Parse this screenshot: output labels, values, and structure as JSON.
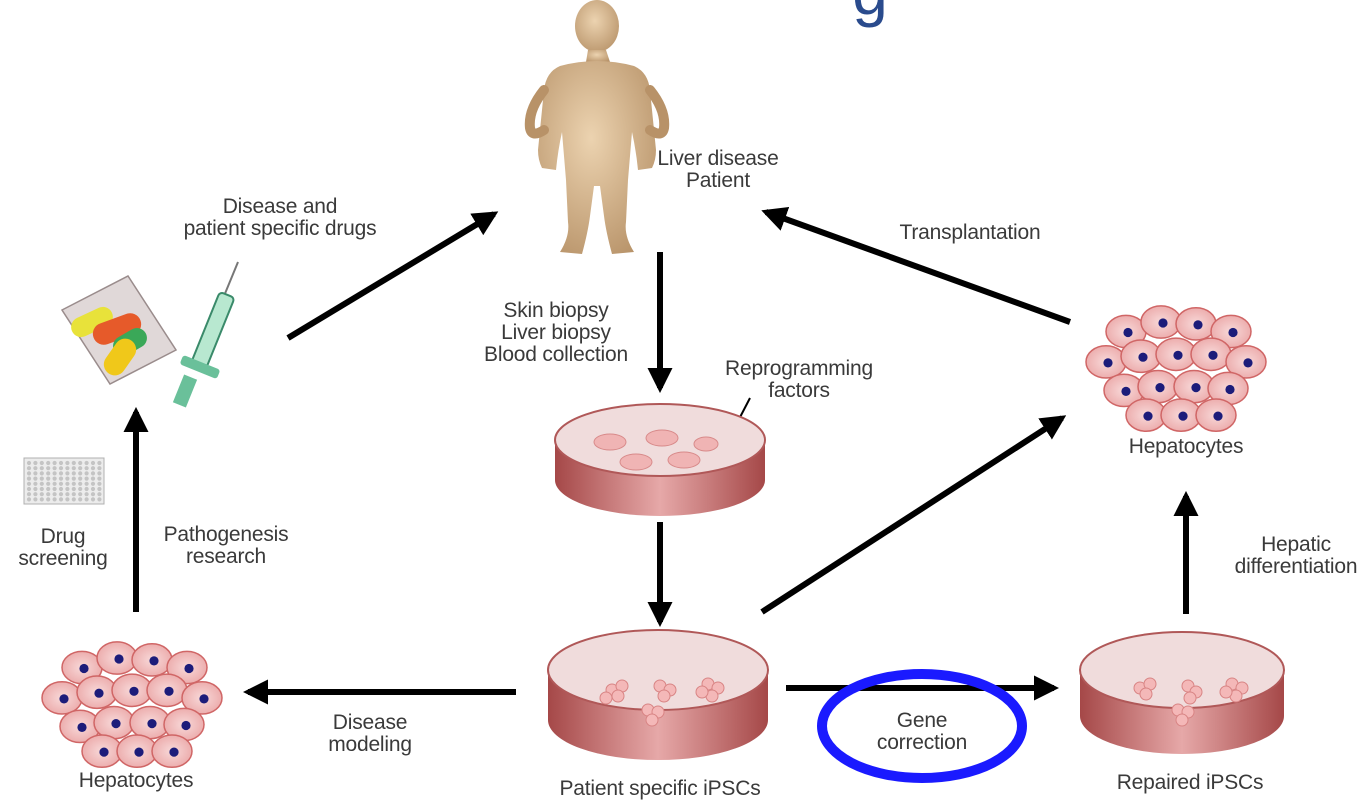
{
  "header": {
    "title_fragment": "g"
  },
  "nodes": {
    "patient": {
      "label": "Liver disease\nPatient"
    },
    "drugs": {
      "label": "Disease and\npatient specific drugs"
    },
    "dish_reprogramming": {
      "label": "Reprogramming\nfactors"
    },
    "patient_ipscs": {
      "label": "Patient specific iPSCs"
    },
    "repaired_ipscs": {
      "label": "Repaired iPSCs"
    },
    "hepatocytes_left": {
      "label": "Hepatocytes"
    },
    "hepatocytes_right": {
      "label": "Hepatocytes"
    }
  },
  "edges": {
    "biopsy": {
      "label": "Skin biopsy\nLiver biopsy\nBlood collection"
    },
    "transplantation": {
      "label": "Transplantation"
    },
    "drug_screening": {
      "label": "Drug\nscreening"
    },
    "pathogenesis": {
      "label": "Pathogenesis\nresearch"
    },
    "disease_modeling": {
      "label": "Disease\nmodeling"
    },
    "gene_correction": {
      "label": "Gene\ncorrection"
    },
    "hepatic_differentiation": {
      "label": "Hepatic\ndifferentiation"
    }
  },
  "colors": {
    "arrow": "#000000",
    "highlight": "#1a1aff",
    "dish_rim": "#b85a5a",
    "dish_fill": "#f2d6d6",
    "cell_fill": "#f4c4c4",
    "cell_border": "#d06666",
    "nucleus": "#1c1c7a",
    "skin": "#d9b991",
    "title_blue": "#2a4b8d"
  }
}
